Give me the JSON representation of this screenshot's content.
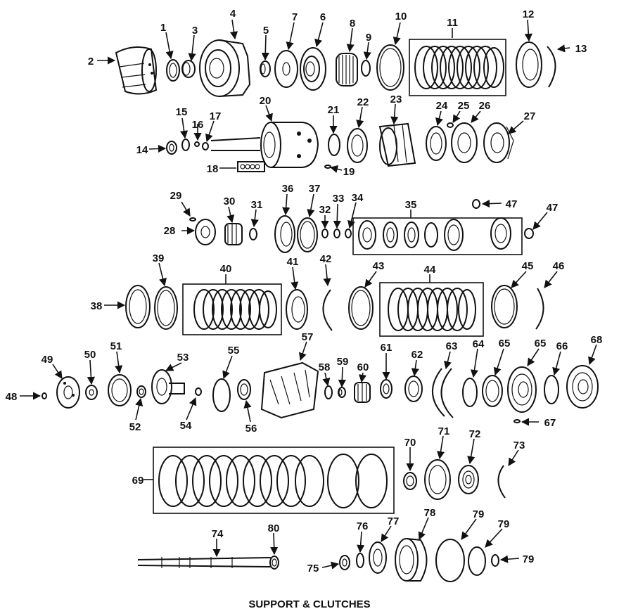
{
  "caption": "SUPPORT & CLUTCHES",
  "labels": [
    "1",
    "2",
    "3",
    "4",
    "5",
    "6",
    "7",
    "8",
    "9",
    "10",
    "11",
    "12",
    "13",
    "14",
    "15",
    "16",
    "17",
    "18",
    "19",
    "20",
    "21",
    "22",
    "23",
    "24",
    "25",
    "26",
    "27",
    "28",
    "29",
    "30",
    "31",
    "32",
    "33",
    "34",
    "35",
    "36",
    "37",
    "38",
    "39",
    "40",
    "41",
    "42",
    "43",
    "44",
    "45",
    "46",
    "47",
    "47",
    "48",
    "49",
    "50",
    "51",
    "52",
    "53",
    "54",
    "55",
    "56",
    "57",
    "58",
    "59",
    "60",
    "61",
    "62",
    "63",
    "64",
    "65",
    "65",
    "66",
    "67",
    "68",
    "69",
    "70",
    "71",
    "72",
    "73",
    "74",
    "75",
    "76",
    "77",
    "78",
    "79",
    "79",
    "79",
    "80"
  ],
  "colors": {
    "ink": "#111111",
    "background": "#ffffff"
  }
}
